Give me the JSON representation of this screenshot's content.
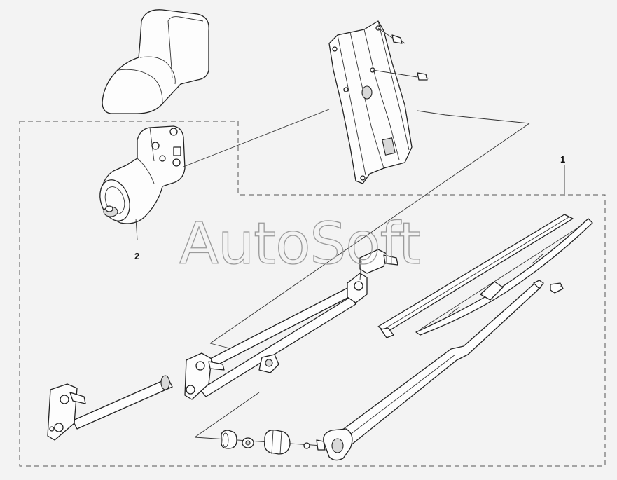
{
  "callouts": {
    "assembly": "1",
    "motor": "2"
  },
  "watermark": "AutoSoft",
  "colors": {
    "background": "#f3f3f3",
    "line": "#222222",
    "watermark": "#9a9a9a"
  }
}
